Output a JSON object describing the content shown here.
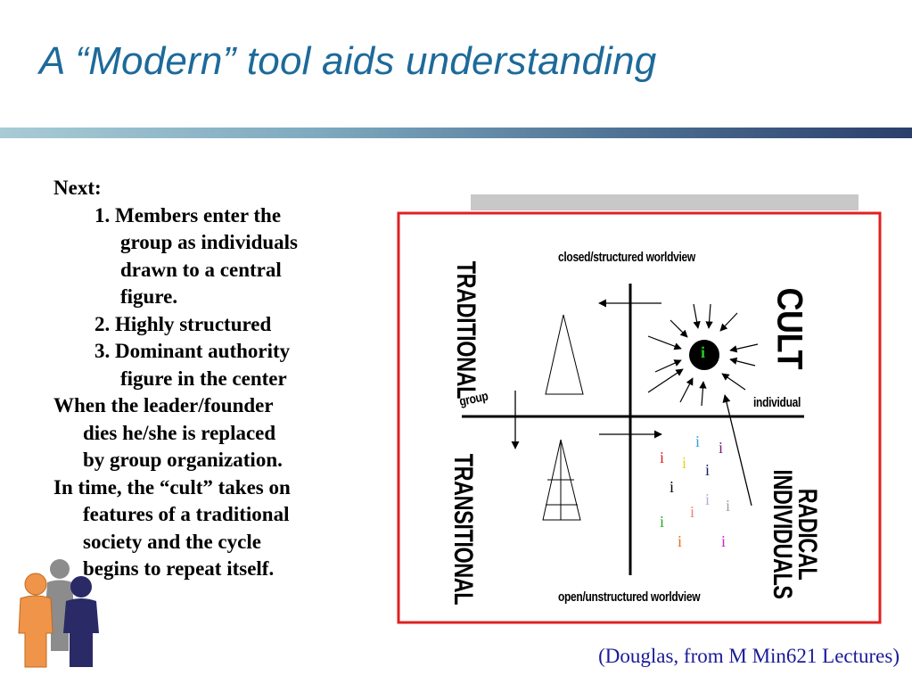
{
  "slide": {
    "title": "A “Modern” tool aids understanding",
    "citation": "(Douglas, from M Min621 Lectures)"
  },
  "body": {
    "next": "Next:",
    "items": [
      {
        "n": "1.",
        "lines": [
          "Members enter the",
          "group as individuals",
          "drawn to a central",
          "figure."
        ]
      },
      {
        "n": "2.",
        "lines": [
          "Highly structured"
        ]
      },
      {
        "n": "3.",
        "lines": [
          "Dominant authority",
          "figure in the center"
        ]
      }
    ],
    "para1": [
      "When the leader/founder",
      "dies he/she is replaced",
      "by group organization."
    ],
    "para2": [
      "In time, the “cult” takes on",
      "features of a traditional",
      "society and the cycle",
      "begins to repeat itself."
    ]
  },
  "diagram": {
    "top_label": "closed/structured worldview",
    "bottom_label": "open/unstructured worldview",
    "left_label": "group",
    "right_label": "individual",
    "quadrants": {
      "top_left": "TRADITIONAL",
      "bottom_left": "TRANSITIONAL",
      "top_right": "CULT",
      "bottom_right_line1": "RADICAL",
      "bottom_right_line2": "INDIVIDUALS"
    },
    "center_mark": "i",
    "scatter_mark": "i",
    "colors": {
      "frame": "#e02020",
      "center_dot": "#000000",
      "center_mark": "#22cc22"
    }
  },
  "icons": {
    "decorative": "people-icon"
  }
}
